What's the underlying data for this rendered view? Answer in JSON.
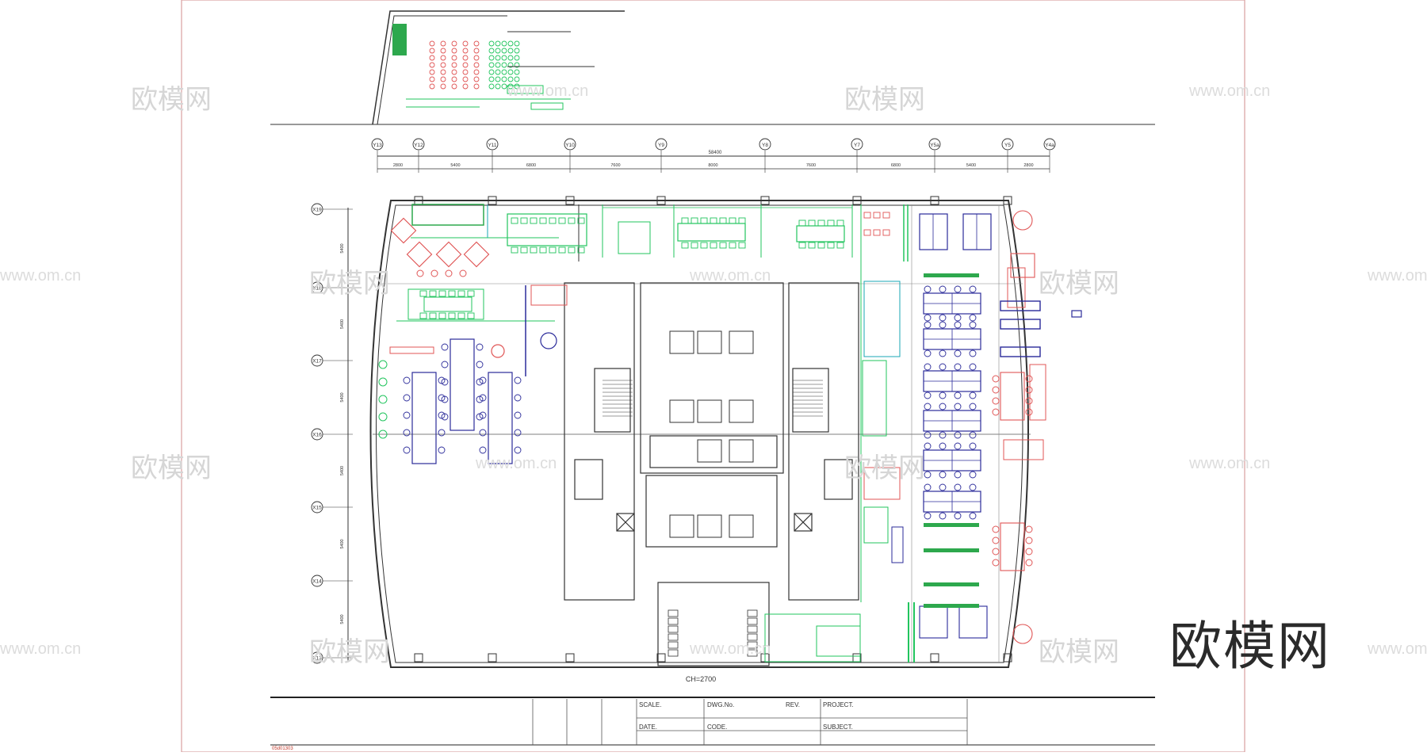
{
  "grid_x_labels": [
    "Y13",
    "Y12",
    "Y11",
    "Y10",
    "Y9",
    "Y8",
    "Y7",
    "Y5a",
    "Y5",
    "Y4a"
  ],
  "grid_y_labels": [
    "X19",
    "X18",
    "X17",
    "X16",
    "X15",
    "X14",
    "X13"
  ],
  "overall_dimension": "58400",
  "x_dimensions": [
    "2800",
    "5400",
    "6800",
    "7600",
    "8000",
    "7600",
    "6800",
    "5400",
    "2800"
  ],
  "y_dimensions": [
    "5400",
    "5400",
    "5400",
    "5400",
    "5400",
    "5400"
  ],
  "ceiling_height": "CH=2700",
  "title_block": {
    "scale": "SCALE.",
    "dwg_no": "DWG.No.",
    "rev": "REV.",
    "project": "PROJECT.",
    "date": "DATE.",
    "code": "CODE.",
    "subject": "SUBJECT."
  },
  "file_code": "05d01303",
  "watermark": {
    "big": "欧模网",
    "small": "欧模网",
    "url": "www.om.cn"
  },
  "colors": {
    "wall": "#333333",
    "green": "#22c55e",
    "red": "#e05555",
    "blue": "#2b2b9a",
    "cyan": "#1aa7b5",
    "frame": "#d9a0a0"
  }
}
